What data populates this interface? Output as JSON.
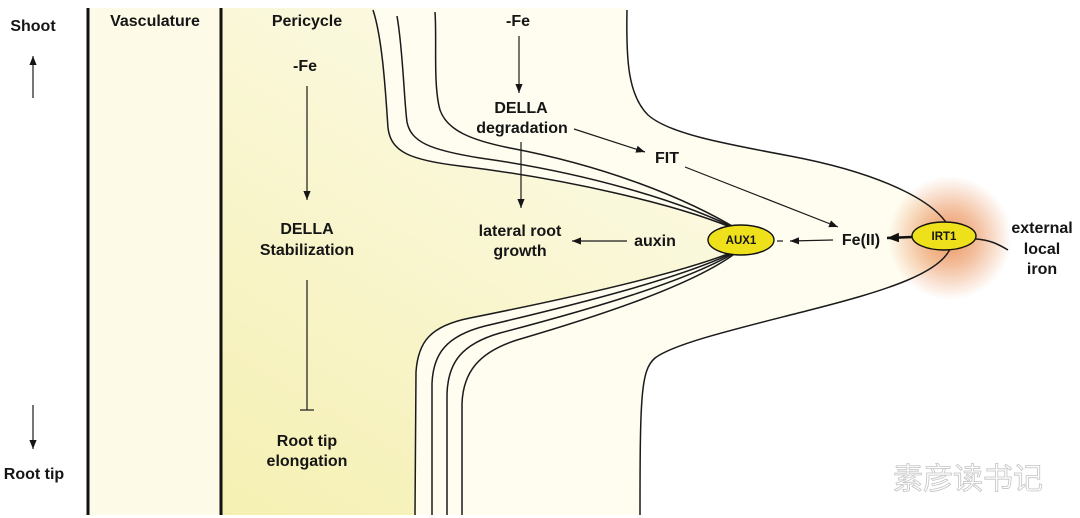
{
  "axis": {
    "top_label": "Shoot",
    "bottom_label": "Root tip"
  },
  "regions": {
    "vasculature": "Vasculature",
    "pericycle": "Pericycle"
  },
  "pericycle_pathway": {
    "signal": "-Fe",
    "della": [
      "DELLA",
      "Stabilization"
    ],
    "outcome": [
      "Root tip",
      "elongation"
    ]
  },
  "lateral_root_pathway": {
    "signal": "-Fe",
    "della": [
      "DELLA",
      "degradation"
    ],
    "fit": "FIT",
    "fe2": "Fe(II)",
    "irt1": "IRT1",
    "aux1": "AUX1",
    "auxin": "auxin",
    "outcome": [
      "lateral root",
      "growth"
    ],
    "external_iron": [
      "external",
      "local",
      "iron"
    ]
  },
  "colors": {
    "node_fill": "#efe01c",
    "vasculature_fill": "#fdfbe7",
    "root_fill": "#fefdf0",
    "pericycle_top": "#fcfae6",
    "pericycle_bottom": "#f5f0b2",
    "glow": "#e9894c"
  },
  "watermark": "素彦读书记"
}
